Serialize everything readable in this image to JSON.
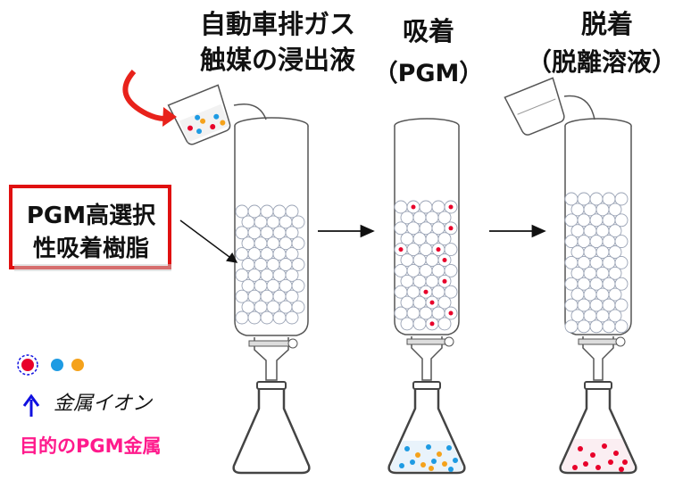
{
  "labels": {
    "leach_line1": "自動車排ガス",
    "leach_line2": "触媒の浸出液",
    "adsorb_line1": "吸着",
    "adsorb_line2": "（PGM）",
    "desorb_line1": "脱着",
    "desorb_line2": "（脱離溶液）",
    "resin_line1": "PGM高選択",
    "resin_line2": "性吸着樹脂",
    "metal_ions": "金属イオン",
    "target_metal": "目的のPGM金属"
  },
  "colors": {
    "red_ion": "#e8002a",
    "blue_ion": "#1e9be3",
    "orange_ion": "#f5a21b",
    "highlight_box": "#e01010",
    "pointer_arrow": "#1010e0",
    "target_text": "#ff1a8c",
    "pour_arrow": "#e8221b"
  },
  "stages": [
    {
      "name": "leaching-input",
      "resin_state": "clean",
      "flask_contents": "empty"
    },
    {
      "name": "adsorption",
      "resin_state": "loaded-with-pgm",
      "flask_contents": "mixed-ions"
    },
    {
      "name": "desorption",
      "resin_state": "clean",
      "flask_contents": "pgm-solution"
    }
  ]
}
